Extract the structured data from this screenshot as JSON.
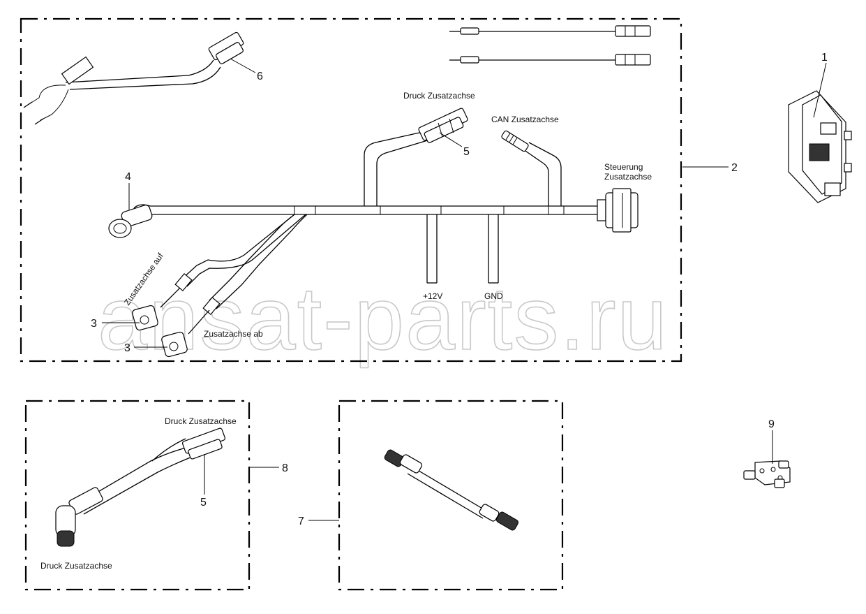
{
  "watermark": "ansat-parts.ru",
  "labels": {
    "druck_top": "Druck Zusatzachse",
    "can": "CAN Zusatzachse",
    "steuerung_1": "Steuerung",
    "steuerung_2": "Zusatzachse",
    "plus12v": "+12V",
    "gnd": "GND",
    "auf": "Zusatzachse auf",
    "ab": "Zusatzachse ab",
    "druck_box8_top": "Druck Zusatzachse",
    "druck_box8_bottom": "Druck Zusatzachse"
  },
  "callouts": {
    "c1": "1",
    "c2": "2",
    "c3a": "3",
    "c3b": "3",
    "c4": "4",
    "c5a": "5",
    "c5b": "5",
    "c6": "6",
    "c7": "7",
    "c8": "8",
    "c9": "9"
  }
}
